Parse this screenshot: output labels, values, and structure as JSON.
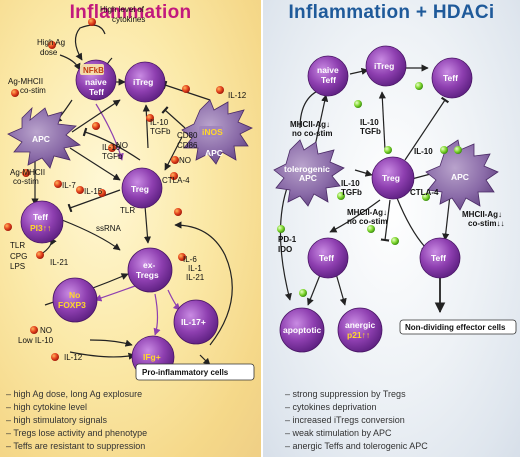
{
  "left": {
    "title": "Inflammation",
    "labels": {
      "high_ag": "High Ag",
      "dose": "dose",
      "high_cyt1": "High level of",
      "high_cyt2": "cytokines",
      "nfkb": "NFkB",
      "naive1": "naive",
      "naive2": "Teff",
      "itreg": "iTreg",
      "agmhc1": "Ag-MHCII",
      "agmhc2": "co-stim",
      "il12_top": "IL-12",
      "il10tgfb_a1": "IL-10",
      "il10tgfb_a2": "TGFb",
      "apc_left": "APC",
      "il10tgfb_b1": "IL-10",
      "il10tgfb_b2": "TGFb",
      "cd80": "CD80",
      "cd86": "CD86",
      "inos": "iNOS",
      "apc_right": "APC",
      "no_a": "NO",
      "no_b": "NO",
      "agmhc3": "Ag-MHCII",
      "agmhc4": "co-stim",
      "il7": "IL-7",
      "il15": "IL-15",
      "treg": "Treg",
      "ctla4": "CTLA-4",
      "teff": "Teff",
      "pi3": "PI3↑↑",
      "tlr_a": "TLR",
      "tlr_b": "TLR",
      "ssrna": "ssRNA",
      "cpg": "CPG",
      "lps": "LPS",
      "il21": "IL-21",
      "ex1": "ex-",
      "ex2": "Tregs",
      "il6": "IL-6",
      "il1": "IL-1",
      "il21b": "IL-21",
      "no1": "No",
      "no2": "FOXP3",
      "no_c": "NO",
      "low_il10": "Low IL-10",
      "ifg": "IFg+",
      "il17": "IL-17+",
      "il12_bot": "IL-12",
      "proinf": "Pro-inflammatory cells"
    },
    "bullets": [
      "– high Ag dose, long Ag explosure",
      "– high cytokine level",
      "– high stimulatory signals",
      "– Tregs lose activity and phenotype",
      "– Teffs are resistant to suppression"
    ]
  },
  "right": {
    "title": "Inflammation + HDACi",
    "labels": {
      "naive1": "naive",
      "naive2": "Teff",
      "itreg": "iTreg",
      "teff_top": "Teff",
      "mhc_a1": "MHCII-Ag↓",
      "mhc_a2": "no co-stim",
      "il10_a1": "IL-10",
      "il10_a2": "TGFb",
      "tol1": "tolerogenic",
      "tol2": "APC",
      "il10_b1": "IL-10",
      "il10_b2": "TGFb",
      "treg": "Treg",
      "il10_c": "IL-10",
      "ctla4": "CTLA-4",
      "apc": "APC",
      "mhc_b1": "MHCII-Ag↓",
      "mhc_b2": "no co-stim",
      "mhc_c1": "MHCII-Ag↓",
      "mhc_c2": "co-stim↓↓",
      "pd1": "PD-1",
      "ido": "IDO",
      "teff_mid": "Teff",
      "teff_right": "Teff",
      "apoptotic": "apoptotic",
      "anergic1": "anergic",
      "anergic2": "p21↑↑",
      "nondiv": "Non-dividing effector cells"
    },
    "bullets": [
      "– strong suppression by Tregs",
      "– cytokines deprivation",
      "– increased iTregs conversion",
      "– weak stimulation by APC",
      "– anergic Teffs and tolerogenic APC"
    ]
  },
  "colors": {
    "cell": "#8e3fb0",
    "cell_dark": "#6a2590",
    "left_title": "#c2197d",
    "right_title": "#1f5a9a",
    "red_dot": "#d8321a",
    "green_dot": "#7dd62c"
  }
}
